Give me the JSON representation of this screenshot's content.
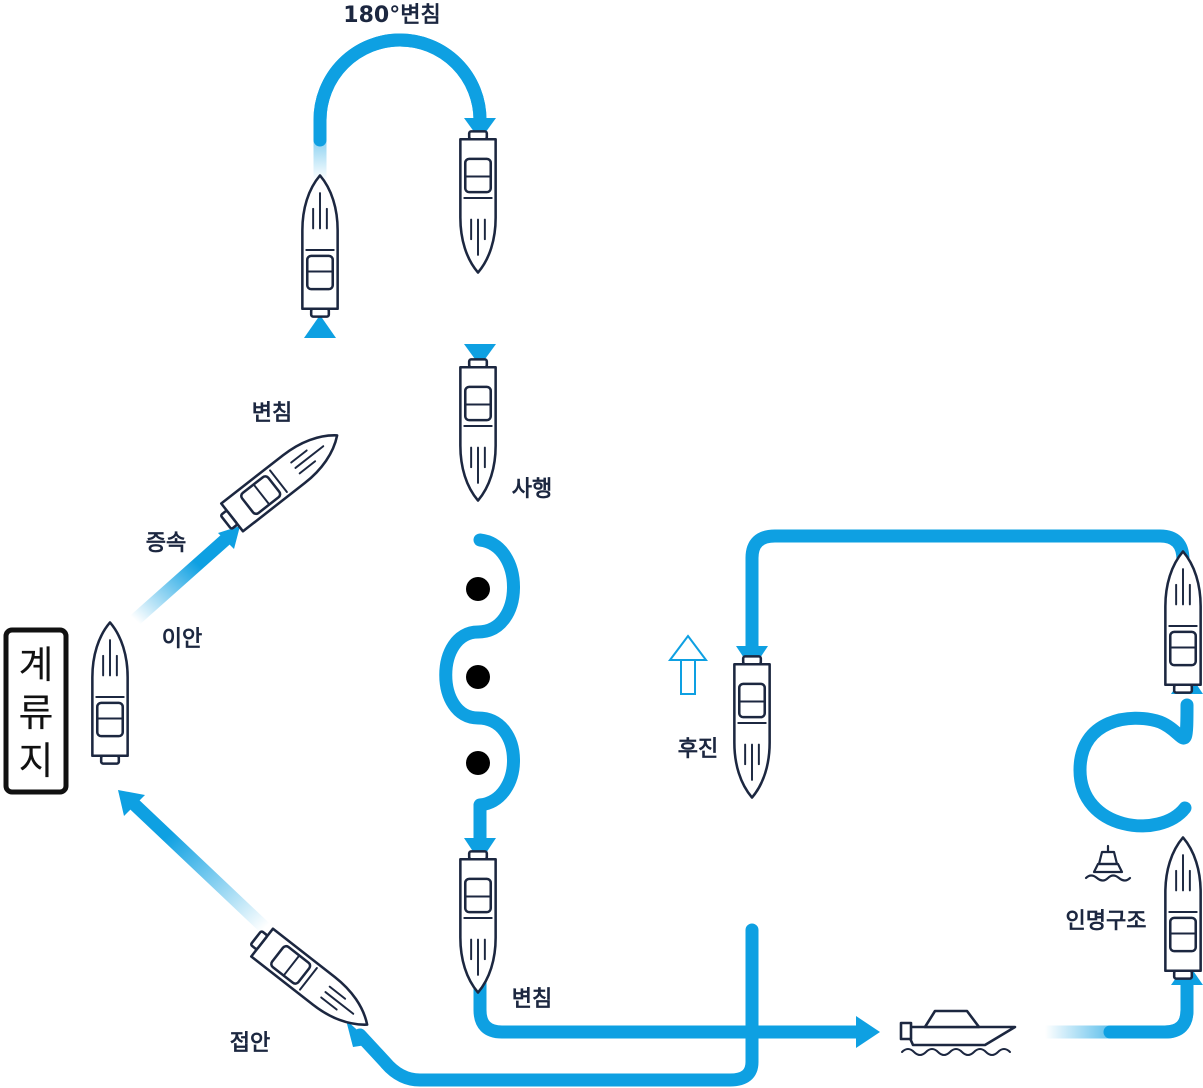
{
  "diagram": {
    "dock": {
      "label_lines": [
        "계",
        "류",
        "지"
      ]
    },
    "labels": {
      "turn180": "180°변침",
      "turn_left": "변침",
      "accelerate": "증속",
      "depart": "이안",
      "slalom": "사행",
      "turn_bottom": "변침",
      "berth": "접안",
      "reverse": "후진",
      "rescue": "인명구조"
    },
    "colors": {
      "route": "#0ea0e2",
      "boat_outline": "#1c2740",
      "slalom_marker": "#000000",
      "dock_border": "#111111"
    },
    "icons": [
      "boat-icon",
      "buoy-icon",
      "up-arrow-outline-icon",
      "waves-icon"
    ]
  }
}
